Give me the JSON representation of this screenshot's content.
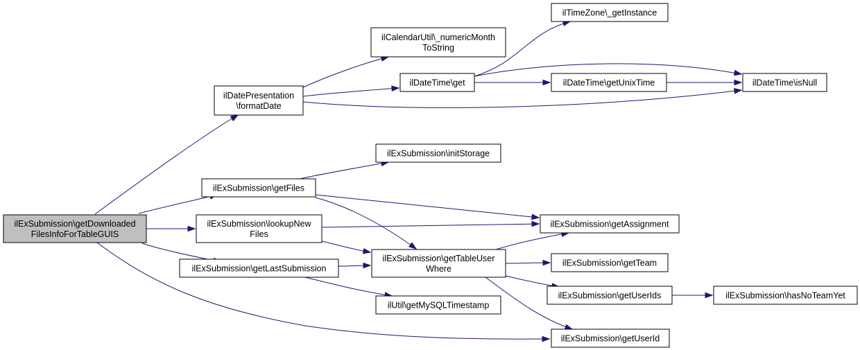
{
  "graph": {
    "edge_color": "#191970",
    "root_fill": "#bfbfbf",
    "nodes": [
      {
        "id": "root",
        "lines": [
          "ilExSubmission\\getDownloaded",
          "FilesInfoForTableGUIS"
        ],
        "highlighted": true
      },
      {
        "id": "formatDate",
        "lines": [
          "ilDatePresentation",
          "\\formatDate"
        ]
      },
      {
        "id": "numericMonth",
        "lines": [
          "ilCalendarUtil\\_numericMonth",
          "ToString"
        ]
      },
      {
        "id": "timezone",
        "lines": [
          "ilTimeZone\\_getInstance"
        ]
      },
      {
        "id": "dtGet",
        "lines": [
          "ilDateTime\\get"
        ]
      },
      {
        "id": "unixTime",
        "lines": [
          "ilDateTime\\getUnixTime"
        ]
      },
      {
        "id": "isNull",
        "lines": [
          "ilDateTime\\isNull"
        ]
      },
      {
        "id": "initStorage",
        "lines": [
          "ilExSubmission\\initStorage"
        ]
      },
      {
        "id": "getFiles",
        "lines": [
          "ilExSubmission\\getFiles"
        ]
      },
      {
        "id": "lookupNew",
        "lines": [
          "ilExSubmission\\lookupNew",
          "Files"
        ]
      },
      {
        "id": "getAssignment",
        "lines": [
          "ilExSubmission\\getAssignment"
        ]
      },
      {
        "id": "lastSub",
        "lines": [
          "ilExSubmission\\getLastSubmission"
        ]
      },
      {
        "id": "tableUserWhere",
        "lines": [
          "ilExSubmission\\getTableUser",
          "Where"
        ]
      },
      {
        "id": "getTeam",
        "lines": [
          "ilExSubmission\\getTeam"
        ]
      },
      {
        "id": "mysqlTs",
        "lines": [
          "ilUtil\\getMySQLTimestamp"
        ]
      },
      {
        "id": "getUserIds",
        "lines": [
          "ilExSubmission\\getUserIds"
        ]
      },
      {
        "id": "hasNoTeam",
        "lines": [
          "ilExSubmission\\hasNoTeamYet"
        ]
      },
      {
        "id": "getUserId",
        "lines": [
          "ilExSubmission\\getUserId"
        ]
      }
    ],
    "edges": [
      {
        "from": "root",
        "to": "formatDate"
      },
      {
        "from": "root",
        "to": "getFiles"
      },
      {
        "from": "root",
        "to": "lookupNew"
      },
      {
        "from": "root",
        "to": "lastSub"
      },
      {
        "from": "root",
        "to": "getUserId"
      },
      {
        "from": "formatDate",
        "to": "numericMonth"
      },
      {
        "from": "formatDate",
        "to": "dtGet"
      },
      {
        "from": "formatDate",
        "to": "isNull"
      },
      {
        "from": "dtGet",
        "to": "timezone"
      },
      {
        "from": "dtGet",
        "to": "unixTime"
      },
      {
        "from": "dtGet",
        "to": "isNull"
      },
      {
        "from": "unixTime",
        "to": "isNull"
      },
      {
        "from": "getFiles",
        "to": "initStorage"
      },
      {
        "from": "getFiles",
        "to": "getAssignment"
      },
      {
        "from": "getFiles",
        "to": "tableUserWhere"
      },
      {
        "from": "lookupNew",
        "to": "getAssignment"
      },
      {
        "from": "lookupNew",
        "to": "tableUserWhere"
      },
      {
        "from": "lastSub",
        "to": "tableUserWhere"
      },
      {
        "from": "lastSub",
        "to": "mysqlTs"
      },
      {
        "from": "tableUserWhere",
        "to": "getAssignment"
      },
      {
        "from": "tableUserWhere",
        "to": "getTeam"
      },
      {
        "from": "tableUserWhere",
        "to": "getUserIds"
      },
      {
        "from": "tableUserWhere",
        "to": "getUserId"
      },
      {
        "from": "getUserIds",
        "to": "hasNoTeam"
      }
    ]
  }
}
